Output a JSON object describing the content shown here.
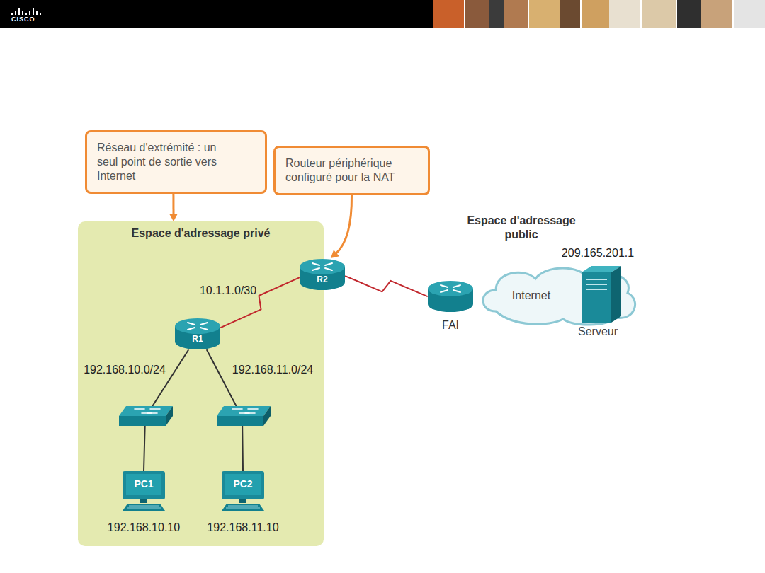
{
  "diagram": {
    "nodes": [
      {
        "text": [
          "Réseau d'extrémité : un seul point de sortie vers Internet"
        ]
      },
      {
        "text": [
          "Routeur périphérique configuré pour la NAT"
        ]
      },
      {
        "text": [
          "Espace d'adressage privé"
        ]
      },
      {
        "text": [
          "R2"
        ],
        "in": 2
      },
      {
        "text": [
          "R1"
        ],
        "in": 2
      },
      {
        "text": [
          "PC1",
          "192.168.10.10"
        ],
        "in": 2
      },
      {
        "text": [
          "PC2",
          "192.168.11.10"
        ],
        "in": 2
      },
      {
        "text": [
          "FAI"
        ]
      },
      {
        "text": [
          "Internet"
        ]
      },
      {
        "text": [
          "209.165.201.1",
          "Serveur"
        ]
      }
    ],
    "edges": [
      {
        "from": 0,
        "to": 2,
        "arrow": "to"
      },
      {
        "from": 1,
        "to": 3,
        "arrow": "to"
      },
      {
        "from": 4,
        "to": 3,
        "label": "10.1.1.0/30",
        "arrow": "none"
      },
      {
        "from": 3,
        "to": 7,
        "arrow": "none"
      },
      {
        "from": 4,
        "to": 5,
        "label": "192.168.10.0/24",
        "arrow": "none"
      },
      {
        "from": 4,
        "to": 6,
        "label": "192.168.11.0/24",
        "arrow": "none"
      }
    ],
    "labels": [
      "CISCO",
      "Espace d'adressage public"
    ]
  }
}
